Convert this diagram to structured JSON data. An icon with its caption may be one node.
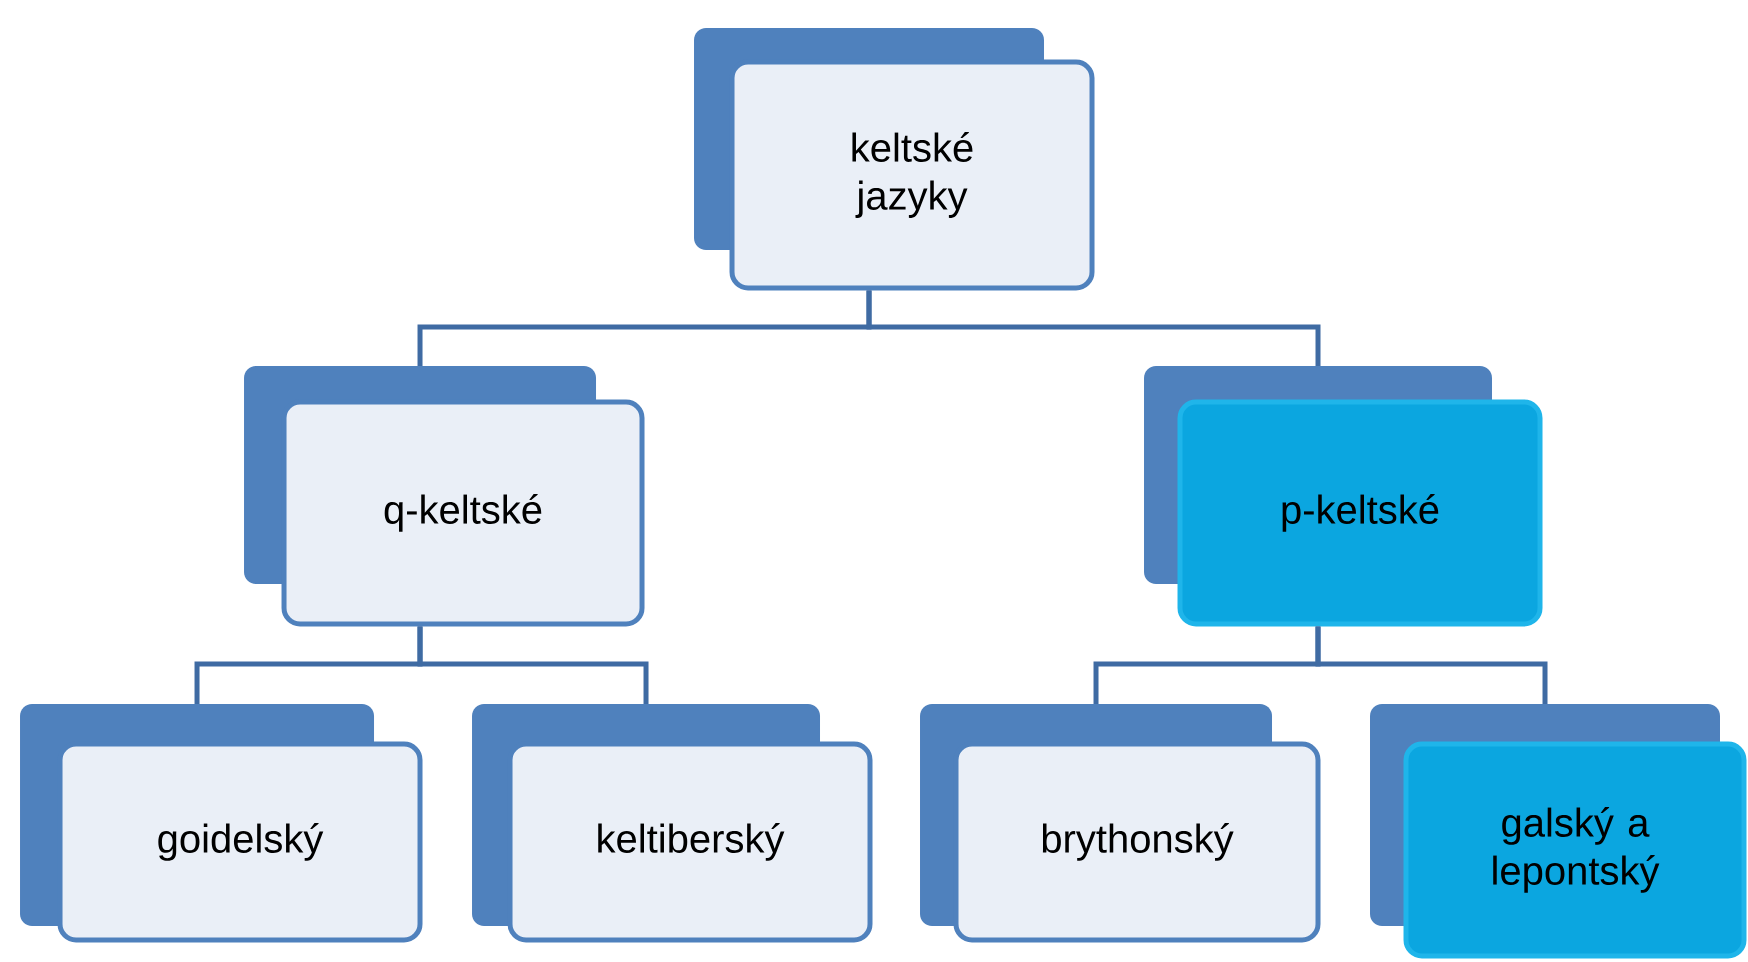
{
  "diagram": {
    "nodes": [
      {
        "text": [
          "keltské jazyky"
        ]
      },
      {
        "text": [
          "q-keltské"
        ]
      },
      {
        "text": [
          "p-keltské"
        ]
      },
      {
        "text": [
          "goidelský"
        ]
      },
      {
        "text": [
          "keltiberský"
        ]
      },
      {
        "text": [
          "brythonský"
        ]
      },
      {
        "text": [
          "galský a lepontský"
        ]
      }
    ],
    "edges": [
      {
        "from": 0,
        "to": 1,
        "arrow": "none"
      },
      {
        "from": 0,
        "to": 2,
        "arrow": "none"
      },
      {
        "from": 1,
        "to": 3,
        "arrow": "none"
      },
      {
        "from": 1,
        "to": 4,
        "arrow": "none"
      },
      {
        "from": 2,
        "to": 5,
        "arrow": "none"
      },
      {
        "from": 2,
        "to": 6,
        "arrow": "none"
      }
    ]
  }
}
